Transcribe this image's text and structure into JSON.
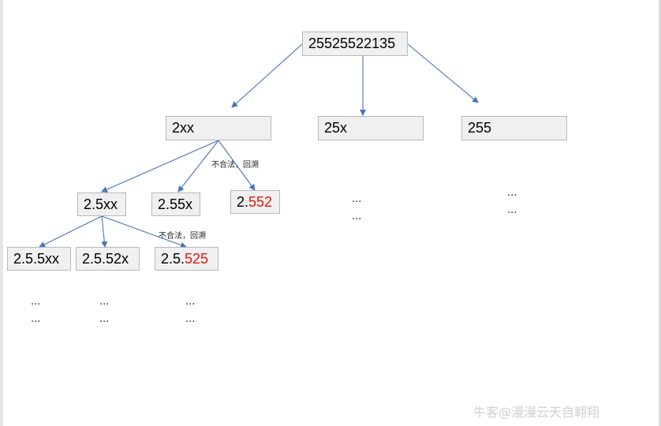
{
  "nodes": {
    "root": "25525522135",
    "n_2xx": "2xx",
    "n_25x": "25x",
    "n_255": "255",
    "n_2_5xx": "2.5xx",
    "n_2_55x": "2.55x",
    "n_2_552": {
      "prefix": "2.",
      "invalid": "552"
    },
    "n_2_5_5xx": "2.5.5xx",
    "n_2_5_52x": "2.5.52x",
    "n_2_5_525": {
      "prefix": "2.5.",
      "invalid": "525"
    }
  },
  "notes": {
    "illegal_backtrack": "不合法，回溯"
  },
  "ellipsis": "...\n...",
  "watermark": "牛客@漫漫云天自翱翔",
  "colors": {
    "edge": "#4a74b8",
    "invalid_text": "#e8140f",
    "node_fill": "#f0f0f0",
    "node_border": "#b9b9b9"
  }
}
